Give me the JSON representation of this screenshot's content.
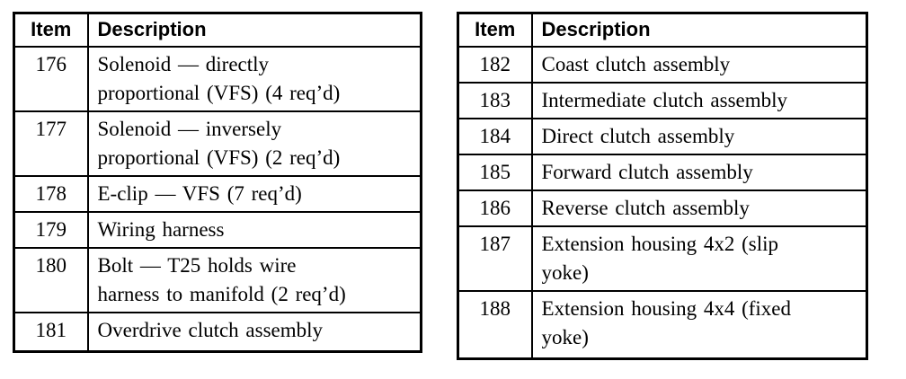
{
  "page": {
    "background": "#ffffff",
    "border_color": "#000000",
    "text_color": "#000000"
  },
  "tables": [
    {
      "name": "parts-list-left",
      "headers": {
        "item": "Item",
        "description": "Description"
      },
      "rows": [
        {
          "item": "176",
          "description": "Solenoid — directly\nproportional (VFS) (4 req’d)"
        },
        {
          "item": "177",
          "description": "Solenoid — inversely\nproportional (VFS) (2 req’d)"
        },
        {
          "item": "178",
          "description": "E-clip — VFS (7 req’d)"
        },
        {
          "item": "179",
          "description": "Wiring harness"
        },
        {
          "item": "180",
          "description": "Bolt — T25 holds wire\nharness to manifold (2 req’d)"
        },
        {
          "item": "181",
          "description": "Overdrive clutch assembly"
        }
      ]
    },
    {
      "name": "parts-list-right",
      "headers": {
        "item": "Item",
        "description": "Description"
      },
      "rows": [
        {
          "item": "182",
          "description": "Coast clutch assembly"
        },
        {
          "item": "183",
          "description": "Intermediate clutch assembly"
        },
        {
          "item": "184",
          "description": "Direct clutch assembly"
        },
        {
          "item": "185",
          "description": "Forward clutch assembly"
        },
        {
          "item": "186",
          "description": "Reverse clutch assembly"
        },
        {
          "item": "187",
          "description": "Extension housing 4x2 (slip\nyoke)"
        },
        {
          "item": "188",
          "description": "Extension housing 4x4 (fixed\nyoke)"
        }
      ]
    }
  ]
}
